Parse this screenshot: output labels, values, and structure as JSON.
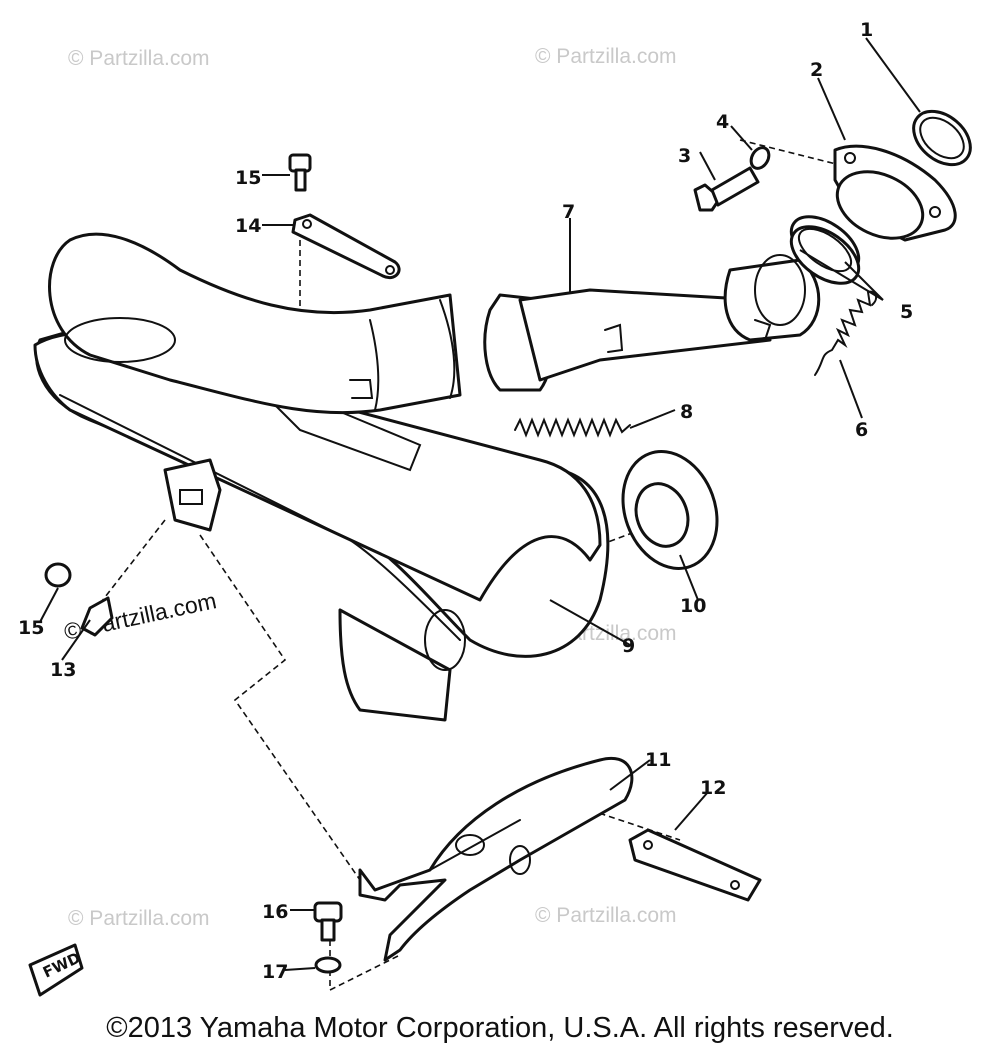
{
  "watermark": {
    "text": "© Partzilla.com"
  },
  "callouts": {
    "c1": "1",
    "c2": "2",
    "c3": "3",
    "c4": "4",
    "c5": "5",
    "c6": "6",
    "c7": "7",
    "c8": "8",
    "c9": "9",
    "c10": "10",
    "c11": "11",
    "c12": "12",
    "c13": "13",
    "c14": "14",
    "c15a": "15",
    "c15b": "15",
    "c16": "16",
    "c17": "17"
  },
  "fwd_tag": "FWD",
  "copyright": "©2013 Yamaha Motor Corporation, U.S.A. All rights reserved.",
  "colors": {
    "line": "#111111",
    "watermark": "#c9c9c9",
    "background": "#ffffff"
  }
}
